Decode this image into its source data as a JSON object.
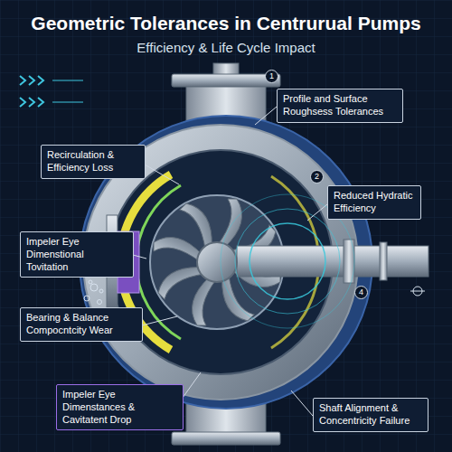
{
  "diagram": {
    "title": "Geometric Tolerances in Centrurual Pumps",
    "nodes": [
      {
        "text": [
          "Profile and Surface Roughsess Tolerances"
        ]
      },
      {
        "text": [
          "Recirculation & Efficiency Loss"
        ]
      },
      {
        "text": [
          "Reduced Hydratic Efficiency"
        ]
      },
      {
        "text": [
          "Impeler Eye Dimenstional Tovitation"
        ]
      },
      {
        "text": [
          "Bearing & Balance Compocntcity Wear"
        ]
      },
      {
        "text": [
          "Impeler Eye Dimenstances & Cavitatent Drop"
        ]
      },
      {
        "text": [
          "Shaft Alignment & Concentricity Failure"
        ]
      }
    ],
    "labels": [
      "Efficiency & Life Cycle Impact",
      "1",
      "2",
      "4"
    ]
  }
}
